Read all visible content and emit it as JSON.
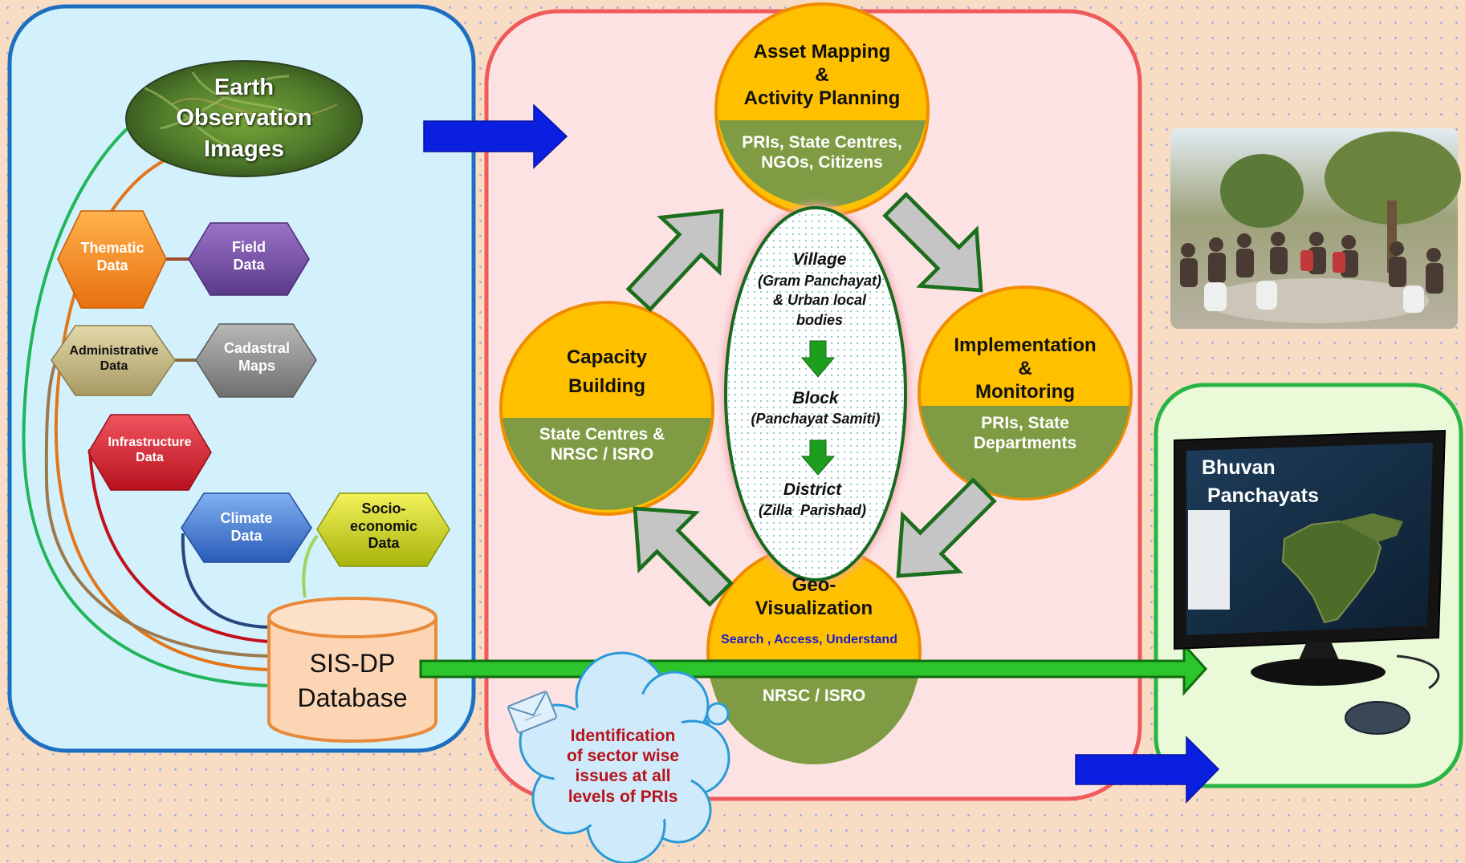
{
  "colors": {
    "left_panel_border": "#1e6fbf",
    "left_panel_fill": "#d2f1fc",
    "center_panel_border": "#ef5a5a",
    "center_panel_fill": "#fde2e4",
    "right_panel_border": "#28b545",
    "right_panel_fill": "#eaf9d8",
    "stage_top": "#ffc000",
    "stage_bottom": "#7f9c44",
    "cycle_arrow": "#c5c5c5",
    "chain_arrow": "#1e9e1e",
    "flow_arrow_blue": "#0a1fe0",
    "flow_arrow_green": "#2cc62c",
    "cloud_text": "#b8141b"
  },
  "sources": {
    "earth_observation": "Earth\nObservation\nImages",
    "thematic": "Thematic\nData",
    "field": "Field\nData",
    "administrative": "Administrative\nData",
    "cadastral": "Cadastral\nMaps",
    "infrastructure": "Infrastructure\nData",
    "climate": "Climate\nData",
    "socioeconomic": "Socio-\neconomic\nData",
    "database": "SIS-DP\nDatabase"
  },
  "stages": {
    "asset_mapping": {
      "title": "Asset Mapping\n&\nActivity Planning",
      "actors": "PRIs, State Centres,\nNGOs, Citizens"
    },
    "implementation": {
      "title": "Implementation\n&\nMonitoring",
      "actors": "PRIs, State\nDepartments"
    },
    "geo_visualization": {
      "title": "Geo-\nVisualization",
      "tagline": "Search , Access, Understand",
      "actors": "NRSC / ISRO"
    },
    "capacity_building": {
      "title": "Capacity\nBuilding",
      "actors": "State Centres &\nNRSC / ISRO"
    }
  },
  "hierarchy": {
    "village": "Village",
    "village_sub": "(Gram Panchayat)\n& Urban local\nbodies",
    "block": "Block",
    "block_sub": "(Panchayat Samiti)",
    "district": "District",
    "district_sub": "(Zilla  Parishad)"
  },
  "cloud_note": "Identification\nof sector wise\nissues at all\nlevels of PRIs",
  "portal": "Bhuvan\n Panchayats"
}
